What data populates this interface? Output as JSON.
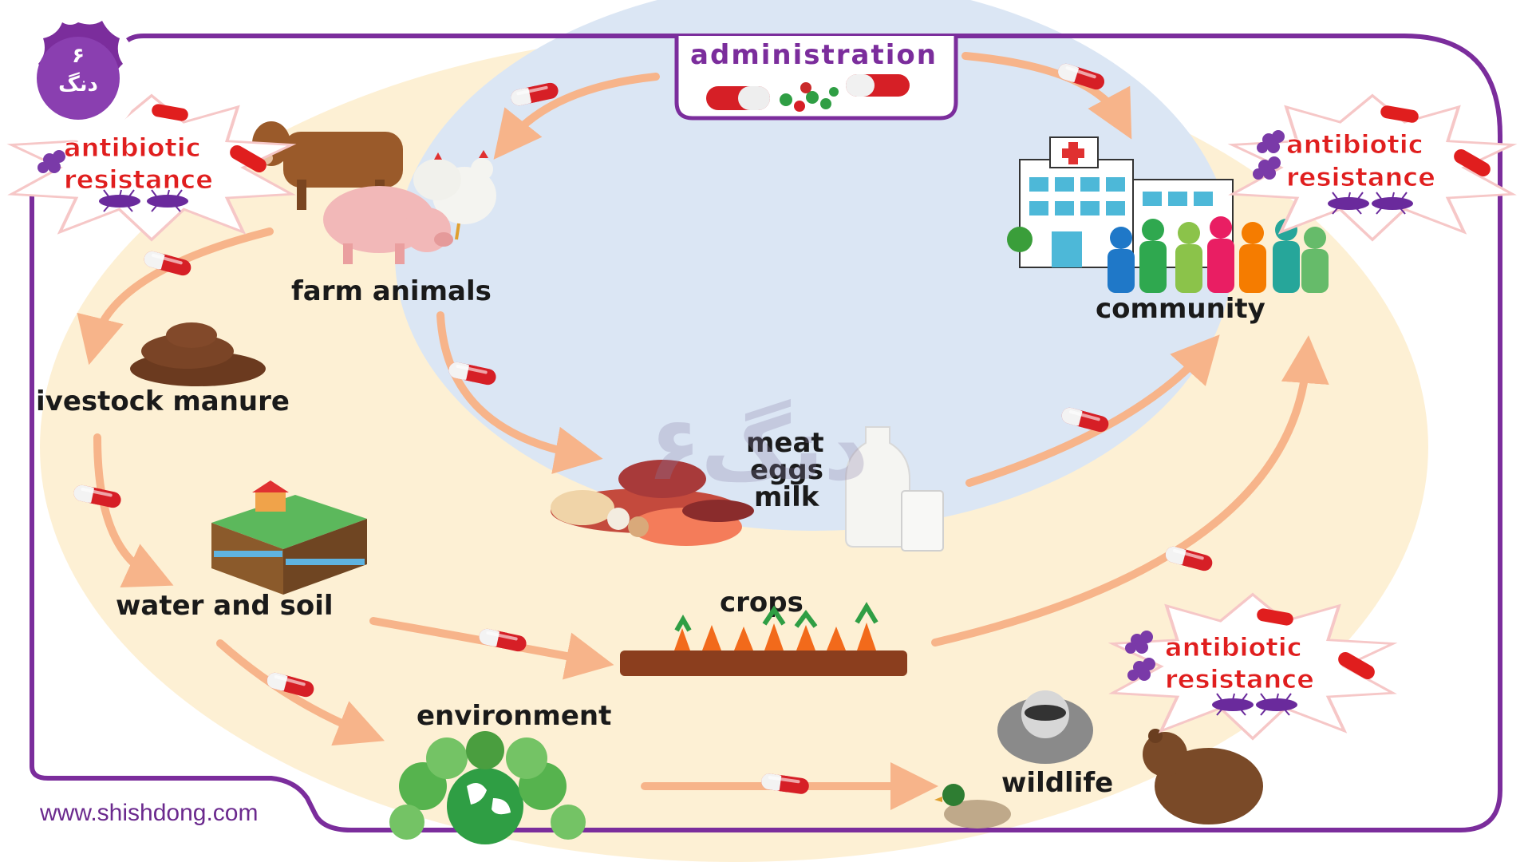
{
  "diagram": {
    "top_label": "administration",
    "nodes": {
      "farm_animals": "farm animals",
      "livestock_manure": "ivestock manure",
      "water_and_soil": "water and soil",
      "environment": "environment",
      "crops": "crops",
      "wildlife": "wildlife",
      "community": "community",
      "food_line1": "meat",
      "food_line2": "eggs",
      "food_line3": "milk"
    },
    "resistance_badges": [
      {
        "line1": "antibiotic",
        "line2": "resistance"
      },
      {
        "line1": "antibiotic",
        "line2": "resistance"
      },
      {
        "line1": "antibiotic",
        "line2": "resistance"
      }
    ]
  },
  "branding": {
    "logo_text_1": "۶",
    "logo_text_2": "دنگ",
    "website": "www.shishdong.com",
    "watermark": "۶دنگ"
  },
  "colors": {
    "frame": "#7b2d9c",
    "arrow": "#f7b48a",
    "outer_ellipse": "#fdf0d4",
    "inner_circle": "#dbe6f4",
    "pill_red": "#d61f26",
    "accent_red": "#e01e1e"
  }
}
